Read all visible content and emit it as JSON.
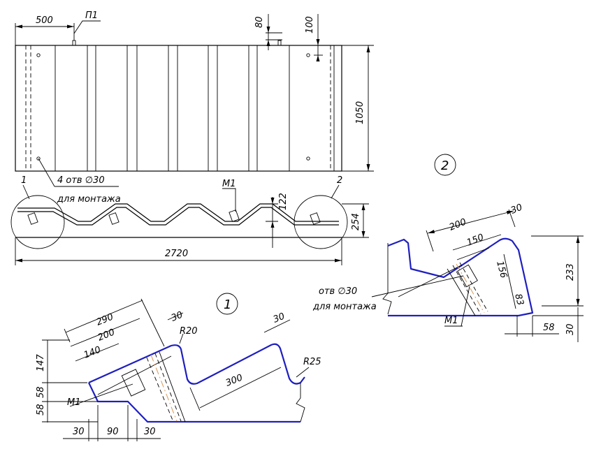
{
  "drawing": {
    "top_view": {
      "dim_left": "500",
      "mark_p1": "П1",
      "dim_80": "80",
      "dim_100": "100",
      "dim_height": "1050",
      "holes_note": "4 отв ∅30",
      "holes_note_2": "для монтажа"
    },
    "profile_view": {
      "mark_m1": "М1",
      "callout_1": "1",
      "callout_2": "2",
      "dim_122": "122",
      "dim_254": "254",
      "dim_length": "2720"
    },
    "detail_1": {
      "label": "1",
      "dim_290": "290",
      "dim_200": "200",
      "dim_140": "140",
      "dim_30_top": "30",
      "radius_r20": "R20",
      "dim_30_right": "30",
      "dim_300": "300",
      "radius_r25": "R25",
      "dim_147": "147",
      "dim_58a": "58",
      "dim_58b": "58",
      "mark_m1": "М1",
      "dim_30_bl": "30",
      "dim_90": "90",
      "dim_30_br": "30"
    },
    "detail_2": {
      "label": "2",
      "dim_200": "200",
      "dim_30": "30",
      "dim_150": "150",
      "dim_156": "156",
      "dim_83": "83",
      "dim_233": "233",
      "dim_58": "58",
      "dim_30_b": "30",
      "mark_m1": "М1",
      "holes_note": "отв ∅30",
      "holes_note_2": "для монтажа"
    }
  }
}
